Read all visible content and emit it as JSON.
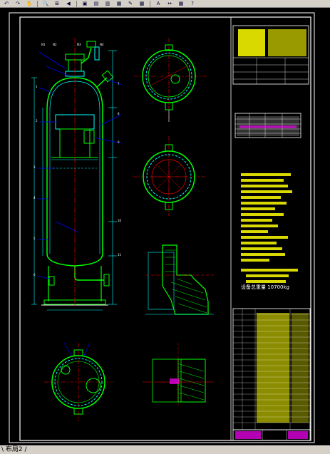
{
  "toolbar": {
    "buttons": [
      {
        "name": "undo-icon",
        "glyph": "↶"
      },
      {
        "name": "redo-icon",
        "glyph": "↷"
      },
      {
        "name": "pan-icon",
        "glyph": "✋"
      },
      {
        "name": "zoom-realtime-icon",
        "glyph": "🔍"
      },
      {
        "name": "zoom-window-icon",
        "glyph": "⊞"
      },
      {
        "name": "zoom-previous-icon",
        "glyph": "◀"
      },
      {
        "name": "properties-icon",
        "glyph": "▣"
      },
      {
        "name": "design-center-icon",
        "glyph": "▤"
      },
      {
        "name": "tool-palette-icon",
        "glyph": "▥"
      },
      {
        "name": "sheet-set-icon",
        "glyph": "▦"
      },
      {
        "name": "markup-icon",
        "glyph": "✎"
      },
      {
        "name": "calculator-icon",
        "glyph": "▩"
      },
      {
        "name": "text-style-icon",
        "glyph": "A"
      },
      {
        "name": "dimension-style-icon",
        "glyph": "↔"
      },
      {
        "name": "table-style-icon",
        "glyph": "▦"
      },
      {
        "name": "help-icon",
        "glyph": "?"
      }
    ]
  },
  "drawing": {
    "weight_label": "设备总重量 10700kg"
  },
  "status": {
    "layout_tab": "\\ 布局2 /"
  },
  "colors": {
    "background": "#000000",
    "frame": "#ffffff",
    "vessel": "#00ff00",
    "dimension": "#00ffff",
    "leader": "#0000ff",
    "centerline": "#ff0000",
    "hatch": "#00ff00",
    "table_fill": "#ffff00",
    "magenta": "#ff00ff"
  }
}
